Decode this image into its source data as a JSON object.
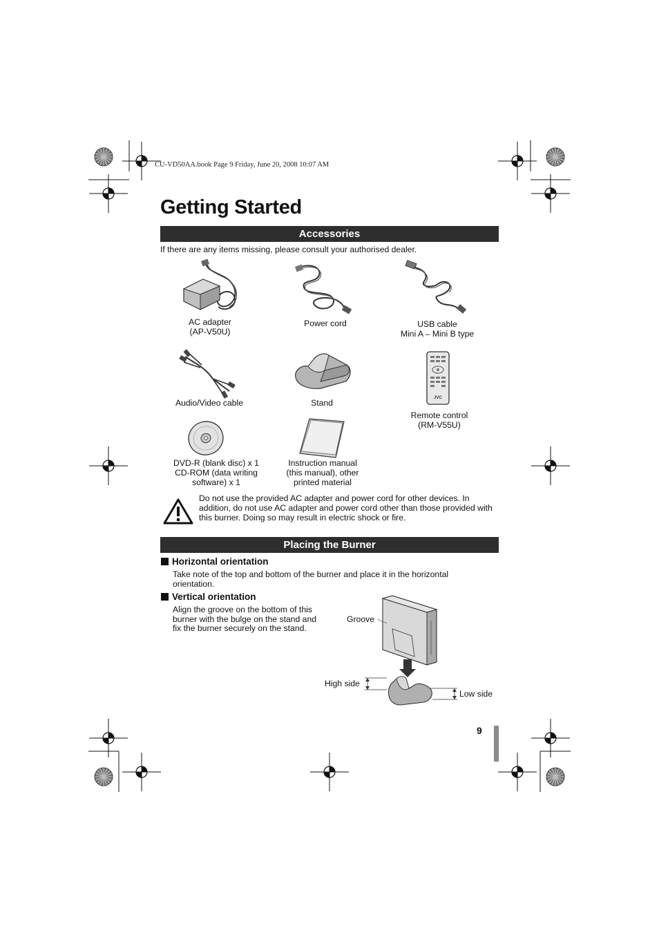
{
  "print_header": "CU-VD50AA.book  Page 9  Friday, June 20, 2008  10:07 AM",
  "page_title": "Getting Started",
  "accessories": {
    "heading": "Accessories",
    "intro": "If there are any items missing, please consult your authorised dealer.",
    "items": [
      {
        "line1": "AC adapter",
        "line2": "(AP-V50U)",
        "line3": ""
      },
      {
        "line1": "Power cord",
        "line2": "",
        "line3": ""
      },
      {
        "line1": "USB cable",
        "line2": "Mini A – Mini B type",
        "line3": ""
      },
      {
        "line1": "Audio/Video cable",
        "line2": "",
        "line3": ""
      },
      {
        "line1": "Stand",
        "line2": "",
        "line3": ""
      },
      {
        "line1": "Remote control",
        "line2": "(RM-V55U)",
        "line3": ""
      },
      {
        "line1": "DVD-R (blank disc) x 1",
        "line2": "CD-ROM (data writing",
        "line3": "software) x 1"
      },
      {
        "line1": "Instruction manual",
        "line2": "(this manual), other",
        "line3": "printed material"
      }
    ],
    "remote_brand": "JVC",
    "warning": "Do not use the provided AC adapter and power cord for other devices. In addition, do not use AC adapter and power cord other than those provided with this burner. Doing so may result in electric shock or fire."
  },
  "placing": {
    "heading": "Placing the Burner",
    "horizontal": {
      "title": "Horizontal orientation",
      "text": "Take note of the top and bottom of the burner and place it in the horizontal orientation."
    },
    "vertical": {
      "title": "Vertical orientation",
      "text": "Align the groove on the bottom of this burner with the bulge on the stand and fix the burner securely on the stand."
    },
    "labels": {
      "groove": "Groove",
      "high_side": "High side",
      "low_side": "Low side"
    }
  },
  "page_number": "9",
  "colors": {
    "section_bar": "#2e2e2e",
    "thumb_tab": "#8a8a8a"
  },
  "icons": [
    "registration-mark-icon",
    "warning-triangle-icon",
    "down-arrow-icon"
  ]
}
